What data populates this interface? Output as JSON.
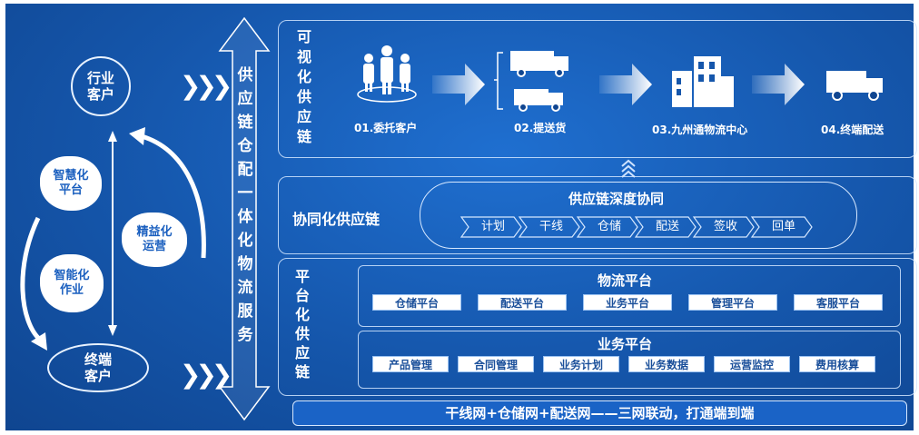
{
  "left": {
    "industry_client": "行业\n客户",
    "end_client": "终端\n客户",
    "smart_platform": "智慧化\n平台",
    "lean_operation": "精益化\n运营",
    "intelligent_ops": "智能化\n作业",
    "chevrons": "❯❯❯"
  },
  "vertical_service": [
    "供",
    "应",
    "链",
    "仓",
    "配",
    "一",
    "体",
    "化",
    "物",
    "流",
    "服",
    "务"
  ],
  "visual": {
    "title": [
      "可",
      "视",
      "化",
      "供",
      "应",
      "链"
    ],
    "steps": [
      {
        "label": "01.委托客户",
        "icon": "people-icon"
      },
      {
        "label": "02.提送货",
        "icon": "truck-icon"
      },
      {
        "label": "03.九州通物流中心",
        "icon": "building-icon"
      },
      {
        "label": "04.终端配送",
        "icon": "delivery-truck-icon"
      }
    ]
  },
  "collab": {
    "title": "协同化供应链",
    "subtitle": "供应链深度协同",
    "processes": [
      "计划",
      "干线",
      "仓储",
      "配送",
      "签收",
      "回单"
    ]
  },
  "platform": {
    "title": [
      "平",
      "台",
      "化",
      "供",
      "应",
      "链"
    ],
    "logistics": {
      "title": "物流平台",
      "items": [
        "仓储平台",
        "配送平台",
        "业务平台",
        "管理平台",
        "客服平台"
      ]
    },
    "business": {
      "title": "业务平台",
      "items": [
        "产品管理",
        "合同管理",
        "业务计划",
        "业务数据",
        "运营监控",
        "费用核算"
      ]
    }
  },
  "footer": "干线网+仓储网+配送网——三网联动，打通端到端",
  "colors": {
    "background": "#1556ab",
    "accent": "#ffffff",
    "tile_text": "#1a4f9a"
  }
}
